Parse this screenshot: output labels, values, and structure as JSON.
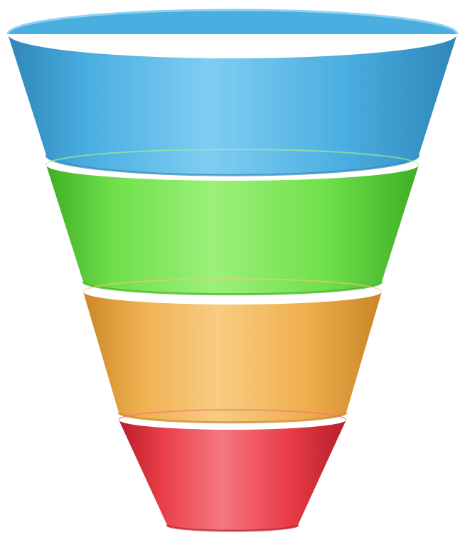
{
  "funnel": {
    "segments": [
      {
        "id": "top",
        "color": "#4aaee0",
        "shade": "#2f86b8",
        "highlight": "#7fcdf2",
        "rim": "#8fd2f3"
      },
      {
        "id": "upper-middle",
        "color": "#6fe04a",
        "shade": "#3fae25",
        "highlight": "#9cf07a",
        "rim": "#a8f48a"
      },
      {
        "id": "lower-middle",
        "color": "#efae4e",
        "shade": "#c98626",
        "highlight": "#f8cc82",
        "rim": "#f6c47a"
      },
      {
        "id": "bottom",
        "color": "#e83c46",
        "shade": "#b51f2a",
        "highlight": "#f67780",
        "rim": "#f0727a"
      }
    ]
  }
}
